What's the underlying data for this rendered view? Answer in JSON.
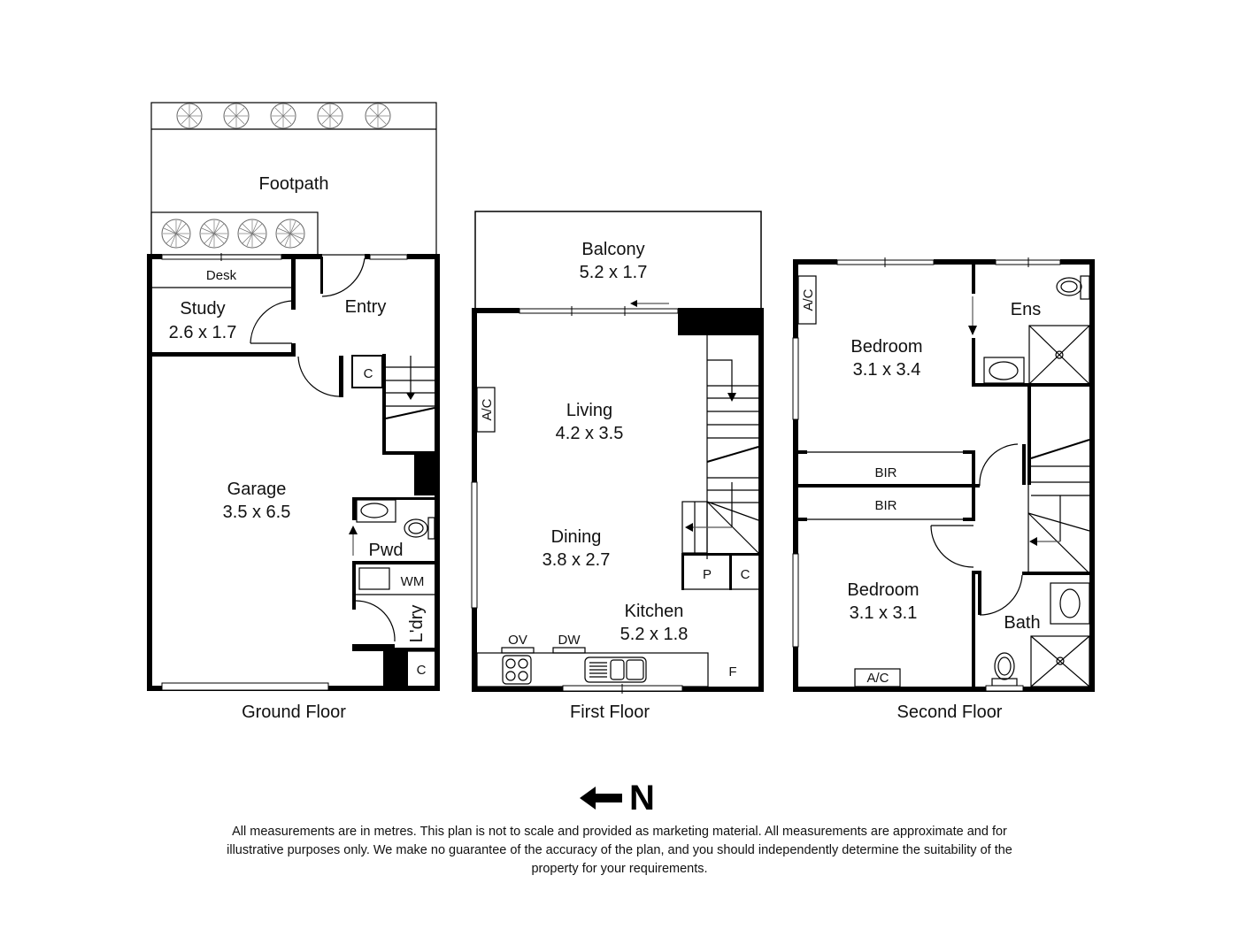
{
  "ground_floor": {
    "title": "Ground Floor",
    "footpath": "Footpath",
    "desk": "Desk",
    "study": {
      "name": "Study",
      "size": "2.6 x 1.7"
    },
    "entry": {
      "name": "Entry"
    },
    "garage": {
      "name": "Garage",
      "size": "3.5 x 6.5"
    },
    "cupboard_1": "C",
    "cupboard_2": "C",
    "powder": "Pwd",
    "washing_machine": "WM",
    "laundry": "L'dry"
  },
  "first_floor": {
    "title": "First Floor",
    "balcony": {
      "name": "Balcony",
      "size": "5.2 x 1.7"
    },
    "living": {
      "name": "Living",
      "size": "4.2 x 3.5"
    },
    "dining": {
      "name": "Dining",
      "size": "3.8 x 2.7"
    },
    "kitchen": {
      "name": "Kitchen",
      "size": "5.2 x 1.8"
    },
    "ac": "A/C",
    "pantry": "P",
    "cupboard": "C",
    "oven": "OV",
    "dishwasher": "DW",
    "fridge": "F"
  },
  "second_floor": {
    "title": "Second Floor",
    "bedroom_1": {
      "name": "Bedroom",
      "size": "3.1 x 3.4"
    },
    "bedroom_2": {
      "name": "Bedroom",
      "size": "3.1 x 3.1"
    },
    "ensuite": "Ens",
    "bath": "Bath",
    "bir_1": "BIR",
    "bir_2": "BIR",
    "ac_1": "A/C",
    "ac_2": "A/C"
  },
  "compass": {
    "label": "N",
    "direction": "left-arrow-icon"
  },
  "disclaimer": "All measurements are in metres. This plan is not to scale and provided as marketing material. All measurements are approximate and for illustrative purposes only. We make no guarantee of the accuracy of the plan, and you should independently determine the suitability of the property for your requirements."
}
